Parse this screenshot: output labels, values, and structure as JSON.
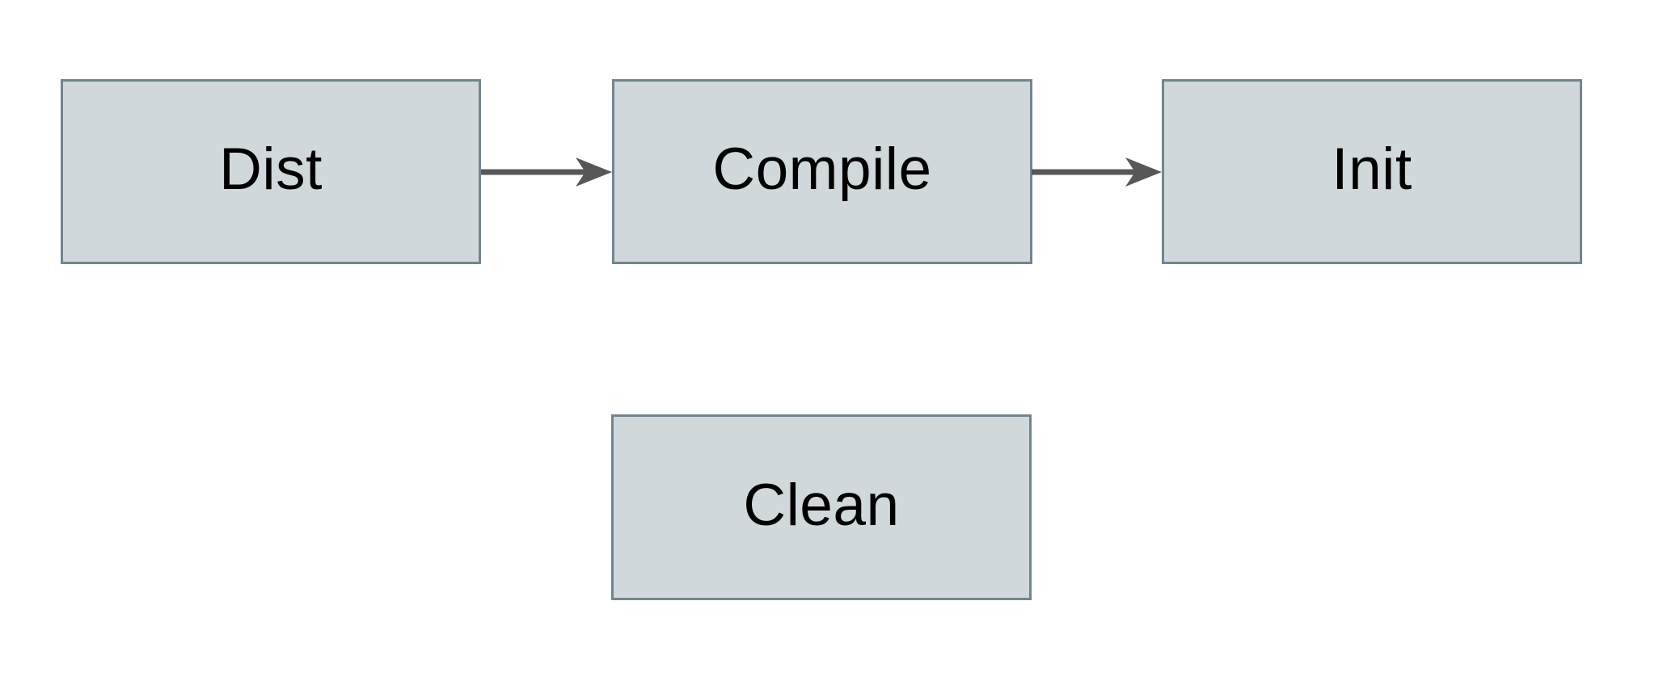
{
  "diagram": {
    "type": "flowchart",
    "nodes": [
      {
        "id": "dist",
        "label": "Dist"
      },
      {
        "id": "compile",
        "label": "Compile"
      },
      {
        "id": "init",
        "label": "Init"
      },
      {
        "id": "clean",
        "label": "Clean"
      }
    ],
    "edges": [
      {
        "from": "dist",
        "to": "compile",
        "style": "arrow-right"
      },
      {
        "from": "compile",
        "to": "init",
        "style": "arrow-right"
      }
    ]
  },
  "colors": {
    "background": "#ffffff",
    "node_fill": "#d1d8db",
    "node_border": "#71858f",
    "arrow": "#575757",
    "label_text": "#000000"
  }
}
